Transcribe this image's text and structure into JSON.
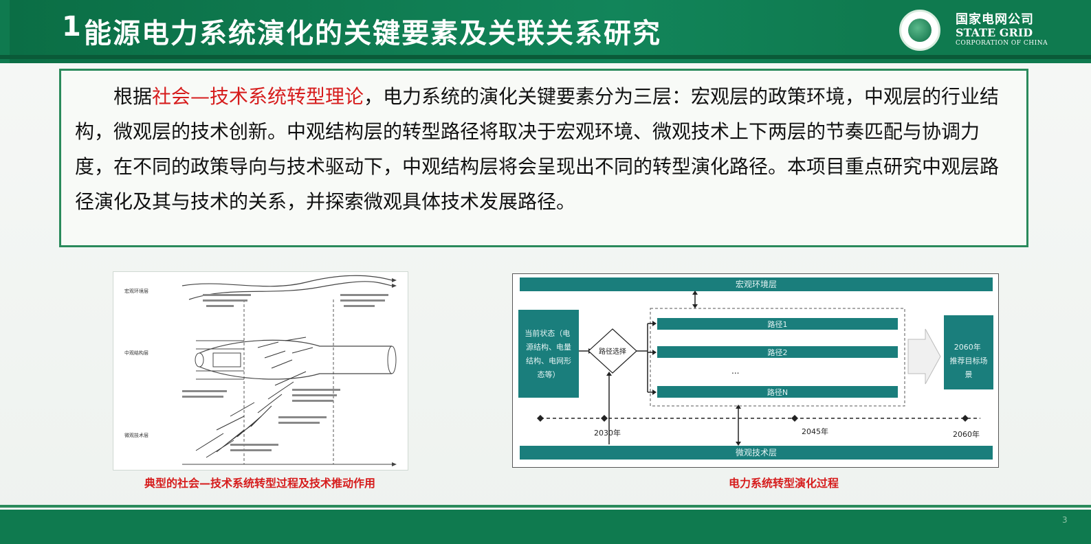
{
  "header": {
    "number": "1",
    "title": "能源电力系统演化的关键要素及关联关系研究",
    "logo_cn": "国家电网公司",
    "logo_en": "STATE GRID",
    "logo_en_sub": "CORPORATION OF CHINA"
  },
  "main_text": {
    "lead": "根据",
    "highlight": "社会—技术系统转型理论",
    "rest": "，电力系统的演化关键要素分为三层：宏观层的政策环境，中观层的行业结构，微观层的技术创新。中观结构层的转型路径将取决于宏观环境、微观技术上下两层的节奏匹配与协调力度，在不同的政策导向与技术驱动下，中观结构层将会呈现出不同的转型演化路径。本项目重点研究中观层路径演化及其与技术的关系，并探索微观具体技术发展路径。"
  },
  "left_figure": {
    "caption": "典型的社会—技术系统转型过程及技术推动作用",
    "layer_macro": "宏观环境层",
    "layer_meso": "中观结构层",
    "layer_micro": "微观技术层"
  },
  "right_figure": {
    "caption": "电力系统转型演化过程",
    "macro_layer": "宏观环境层",
    "micro_layer": "微观技术层",
    "current_state": "当前状态（电源结构、电量结构、电网形态等）",
    "path_choice": "路径选择",
    "paths": [
      "路径1",
      "路径2",
      "...",
      "路径N"
    ],
    "target": "2060年推荐目标场景",
    "years": [
      "2030年",
      "2045年",
      "2060年"
    ]
  },
  "footer": {
    "page": "3"
  }
}
